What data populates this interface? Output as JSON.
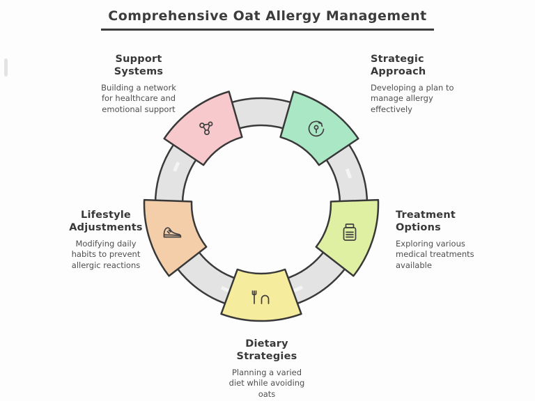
{
  "page": {
    "title": "Comprehensive Oat Allergy Management"
  },
  "diagram": {
    "type": "circular-cycle",
    "ring_color": "#e3e3e3",
    "outline_color": "#3a3a3a",
    "segments": [
      {
        "id": "support-systems",
        "label": "Support\nSystems",
        "description": "Building a network for healthcare and emotional support",
        "color": "#f8c9cc",
        "icon": "people-network-icon"
      },
      {
        "id": "strategic-approach",
        "label": "Strategic\nApproach",
        "description": "Developing a plan to manage allergy effectively",
        "color": "#aae7c5",
        "icon": "strategy-pin-icon"
      },
      {
        "id": "treatment-options",
        "label": "Treatment\nOptions",
        "description": "Exploring various medical treatments available",
        "color": "#e0f0a3",
        "icon": "medicine-bottle-icon"
      },
      {
        "id": "dietary-strategies",
        "label": "Dietary\nStrategies",
        "description": "Planning a varied diet while avoiding oats",
        "color": "#f6ec9d",
        "icon": "diet-utensils-icon"
      },
      {
        "id": "lifestyle-adjustments",
        "label": "Lifestyle\nAdjustments",
        "description": "Modifying daily habits to prevent allergic reactions",
        "color": "#f4cda9",
        "icon": "sneaker-icon"
      }
    ]
  }
}
